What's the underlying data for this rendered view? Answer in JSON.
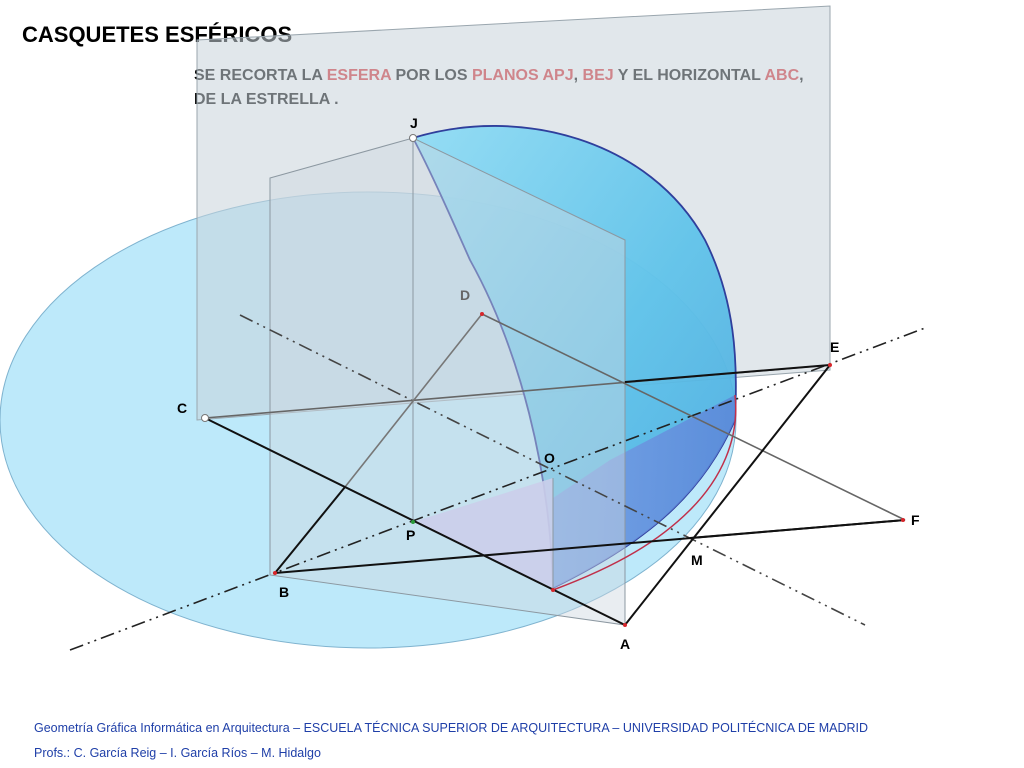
{
  "title": "CASQUETES ESFÉRICOS",
  "subtitle": {
    "line1": [
      {
        "text": "SE RECORTA LA ",
        "hl": false
      },
      {
        "text": "ESFERA",
        "hl": true
      },
      {
        "text": " POR LOS ",
        "hl": false
      },
      {
        "text": "PLANOS APJ",
        "hl": true
      },
      {
        "text": ",  ",
        "hl": false
      },
      {
        "text": "BEJ",
        "hl": true
      },
      {
        "text": " Y EL HORIZONTAL ",
        "hl": false
      },
      {
        "text": "ABC",
        "hl": true
      },
      {
        "text": ",",
        "hl": false
      }
    ],
    "line2": "DE LA ESTRELLA ."
  },
  "points": {
    "J": "J",
    "D": "D",
    "E": "E",
    "C": "C",
    "O": "O",
    "F": "F",
    "P": "P",
    "M": "M",
    "B": "B",
    "A": "A"
  },
  "colors": {
    "highlight": "#d7262b",
    "disk": "#bde9fa",
    "cap": "#5fc3ea",
    "plane": "#c8d3dc",
    "footer": "#1f3fa8"
  },
  "footer": {
    "line1": "Geometría Gráfica Informática en Arquitectura – ESCUELA TÉCNICA SUPERIOR DE ARQUITECTURA – UNIVERSIDAD POLITÉCNICA DE MADRID",
    "line2": "Profs.: C. García Reig – I. García Ríos – M. Hidalgo"
  }
}
